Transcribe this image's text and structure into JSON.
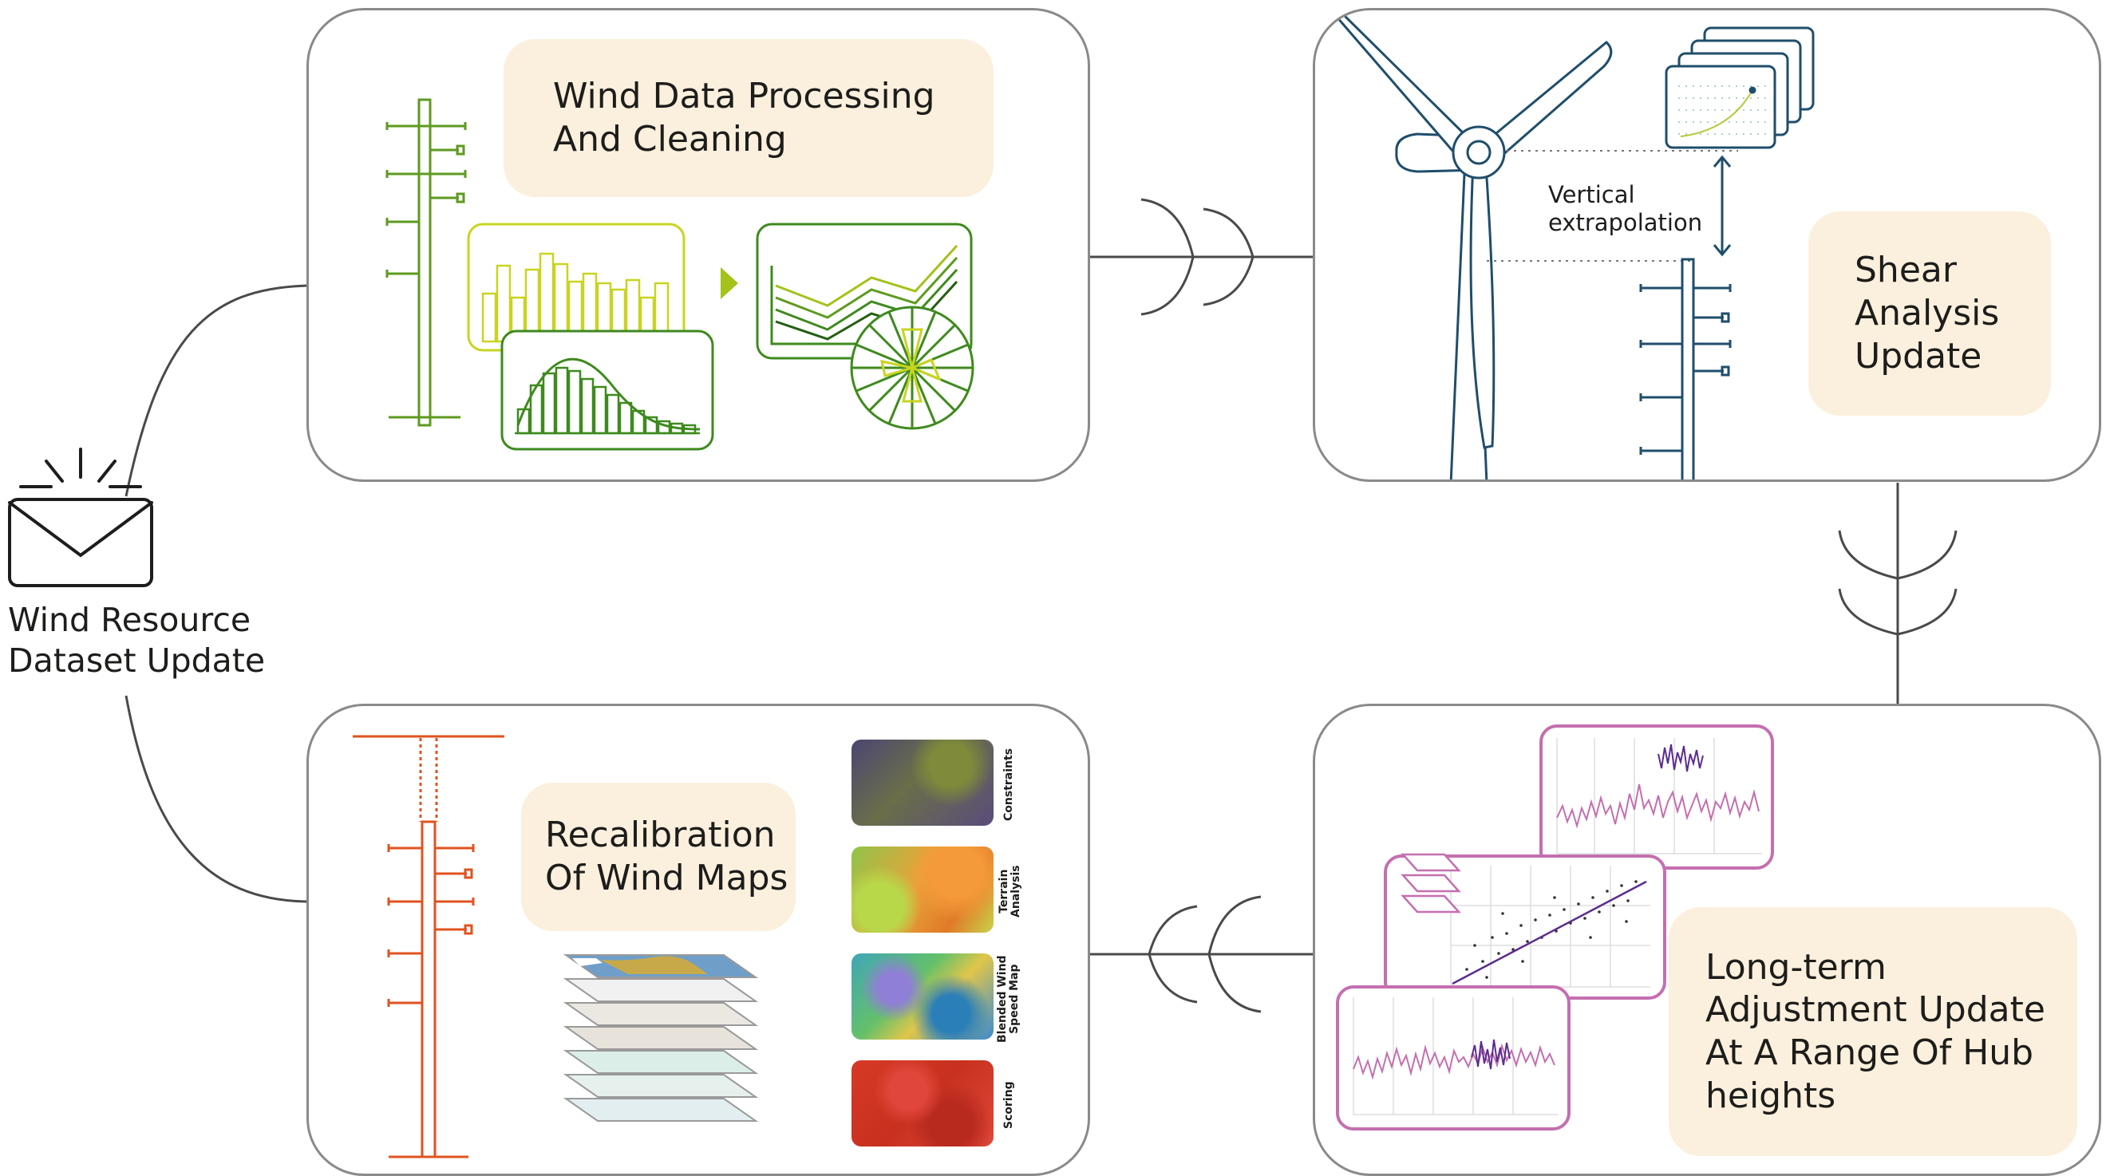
{
  "start": {
    "title": "Wind Resource\nDataset Update",
    "icon": "envelope-notification-icon"
  },
  "steps": [
    {
      "id": "processing",
      "title": "Wind Data Processing\nAnd Cleaning",
      "accent": "#5e9a1f"
    },
    {
      "id": "shear",
      "title": "Shear\nAnalysis\nUpdate",
      "note": "Vertical\nextrapolation",
      "accent": "#1f4e6b"
    },
    {
      "id": "longterm",
      "title": "Long-term\nAdjustment Update\nAt A Range Of Hub\nheights",
      "accent": "#c46fb0"
    },
    {
      "id": "recalibration",
      "title": "Recalibration\nOf Wind Maps",
      "accent": "#e0531f"
    }
  ],
  "map_layers": [
    {
      "label": "Constraints"
    },
    {
      "label": "Terrain\nAnalysis"
    },
    {
      "label": "Blended Wind\nSpeed Map"
    },
    {
      "label": "Scoring"
    }
  ],
  "colors": {
    "label_bg": "#fbf0dd",
    "panel_border": "#8a8a8a",
    "connector": "#4a4a4a"
  }
}
